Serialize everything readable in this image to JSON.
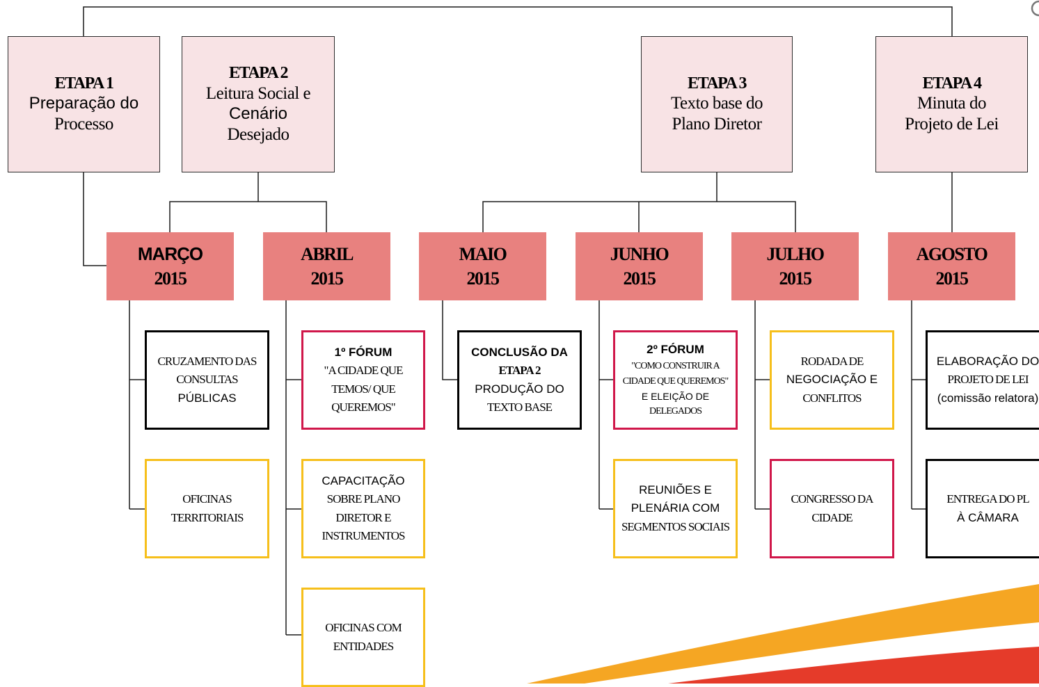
{
  "stages": [
    {
      "title": "ETAPA 1",
      "line1": "Preparação do",
      "line2": "Processo",
      "line3": ""
    },
    {
      "title": "ETAPA 2",
      "line1": "Leitura Social e",
      "line2": "Cenário",
      "line3": "Desejado"
    },
    {
      "title": "ETAPA 3",
      "line1": "Texto base do",
      "line2": "Plano Diretor",
      "line3": ""
    },
    {
      "title": "ETAPA 4",
      "line1": "Minuta do",
      "line2": "Projeto de Lei",
      "line3": ""
    }
  ],
  "months": [
    {
      "name": "MARÇO",
      "year": "2015"
    },
    {
      "name": "ABRIL",
      "year": "2015"
    },
    {
      "name": "MAIO",
      "year": "2015"
    },
    {
      "name": "JUNHO",
      "year": "2015"
    },
    {
      "name": "JULHO",
      "year": "2015"
    },
    {
      "name": "AGOSTO",
      "year": "2015"
    }
  ],
  "activities": {
    "cruzamento": {
      "l1": "CRUZAMENTO DAS",
      "l2": "CONSULTAS",
      "l3": "PÚBLICAS"
    },
    "oficinas_territoriais": {
      "l1": "OFICINAS",
      "l2": "TERRITORIAIS"
    },
    "forum1": {
      "head": "1º FÓRUM",
      "l1": "\"A CIDADE QUE",
      "l2": "TEMOS/ QUE",
      "l3": "QUEREMOS\""
    },
    "capacitacao": {
      "l1": "CAPACITAÇÃO",
      "l2": "SOBRE PLANO",
      "l3": "DIRETOR E",
      "l4": "INSTRUMENTOS"
    },
    "oficinas_entidades": {
      "l1": "OFICINAS COM",
      "l2": "ENTIDADES"
    },
    "conclusao": {
      "head1": "CONCLUSÃO DA",
      "head2": "ETAPA 2",
      "l1": "PRODUÇÃO DO",
      "l2": "TEXTO BASE"
    },
    "forum2": {
      "head": "2º FÓRUM",
      "l1": "\"COMO CONSTRUIR A",
      "l2": "CIDADE QUE QUEREMOS\"",
      "l3": "E ELEIÇÃO DE",
      "l4": "DELEGADOS"
    },
    "reunioes": {
      "l1": "REUNIÕES E",
      "l2": "PLENÁRIA COM",
      "l3": "SEGMENTOS SOCIAIS"
    },
    "rodada": {
      "l1": "RODADA DE",
      "l2": "NEGOCIAÇÃO E",
      "l3": "CONFLITOS"
    },
    "congresso": {
      "l1": "CONGRESSO DA",
      "l2": "CIDADE"
    },
    "elaboracao": {
      "l1": "ELABORAÇÃO DO",
      "l2": "PROJETO DE LEI",
      "l3": "(comissão relatora)"
    },
    "entrega": {
      "l1": "ENTREGA DO PL",
      "l2": "À CÂMARA"
    }
  },
  "colors": {
    "stage_fill": "#f8e3e5",
    "month_fill": "#e8817f",
    "border_black": "#000000",
    "border_yellow": "#f6bf1b",
    "border_red": "#d0174a"
  }
}
